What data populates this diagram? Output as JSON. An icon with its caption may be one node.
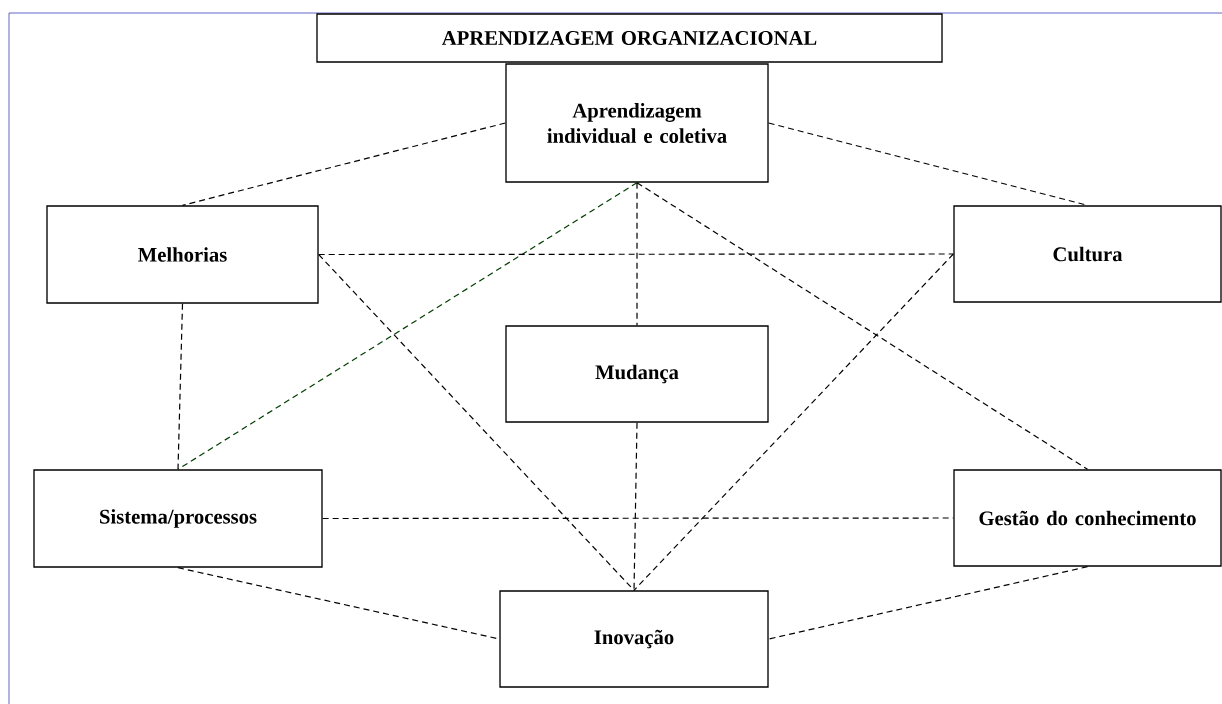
{
  "diagram": {
    "nodes": [
      {
        "text": [
          "APRENDIZAGEM ORGANIZACIONAL"
        ]
      },
      {
        "text": [
          "Aprendizagem individual e coletiva"
        ]
      },
      {
        "text": [
          "Melhorias"
        ]
      },
      {
        "text": [
          "Cultura"
        ]
      },
      {
        "text": [
          "Mudança"
        ]
      },
      {
        "text": [
          "Sistema/processos"
        ]
      },
      {
        "text": [
          "Gestão do conhecimento"
        ]
      },
      {
        "text": [
          "Inovação"
        ]
      }
    ],
    "edges": [
      {
        "from": 1,
        "to": 2,
        "arrow": "none",
        "style": "dashed"
      },
      {
        "from": 1,
        "to": 3,
        "arrow": "none",
        "style": "dashed"
      },
      {
        "from": 1,
        "to": 5,
        "arrow": "none",
        "style": "dashed",
        "color": "#003d00"
      },
      {
        "from": 1,
        "to": 4,
        "arrow": "none",
        "style": "dashed"
      },
      {
        "from": 1,
        "to": 6,
        "arrow": "none",
        "style": "dashed"
      },
      {
        "from": 2,
        "to": 3,
        "arrow": "none",
        "style": "dashed"
      },
      {
        "from": 2,
        "to": 7,
        "arrow": "none",
        "style": "dashed"
      },
      {
        "from": 3,
        "to": 7,
        "arrow": "none",
        "style": "dashed"
      },
      {
        "from": 2,
        "to": 5,
        "arrow": "none",
        "style": "dashed"
      },
      {
        "from": 4,
        "to": 7,
        "arrow": "none",
        "style": "dashed"
      },
      {
        "from": 5,
        "to": 6,
        "arrow": "none",
        "style": "dashed"
      },
      {
        "from": 5,
        "to": 7,
        "arrow": "none",
        "style": "dashed"
      },
      {
        "from": 6,
        "to": 7,
        "arrow": "none",
        "style": "dashed"
      }
    ]
  }
}
